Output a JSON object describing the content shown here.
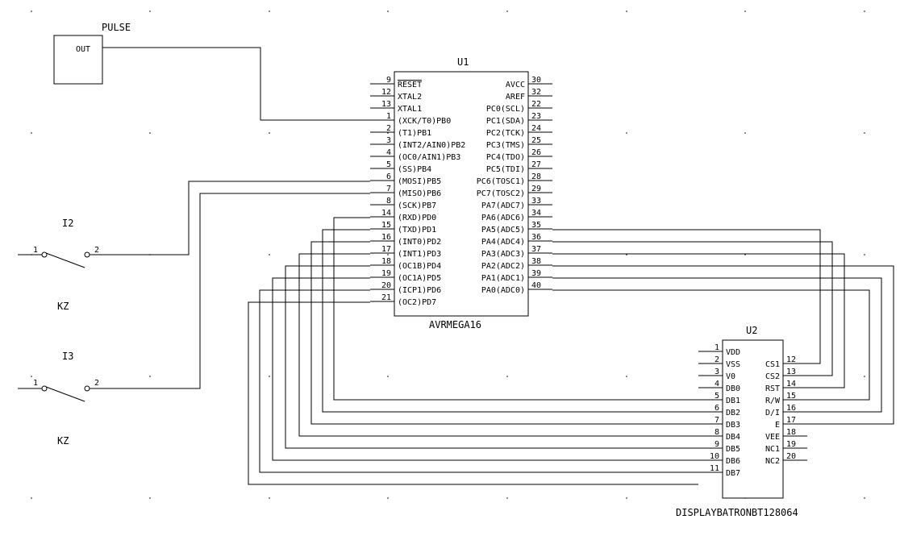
{
  "pulse": {
    "name": "PULSE",
    "out_label": "OUT"
  },
  "u1": {
    "ref": "U1",
    "part": "AVRMEGA16",
    "left_pins": [
      {
        "num": "9",
        "label": "RESET",
        "overline": true
      },
      {
        "num": "12",
        "label": "XTAL2"
      },
      {
        "num": "13",
        "label": "XTAL1"
      },
      {
        "num": "1",
        "label": "(XCK/T0)PB0"
      },
      {
        "num": "2",
        "label": "(T1)PB1"
      },
      {
        "num": "3",
        "label": "(INT2/AIN0)PB2"
      },
      {
        "num": "4",
        "label": "(OC0/AIN1)PB3"
      },
      {
        "num": "5",
        "label": "(SS)PB4",
        "overline_part": "SS"
      },
      {
        "num": "6",
        "label": "(MOSI)PB5"
      },
      {
        "num": "7",
        "label": "(MISO)PB6"
      },
      {
        "num": "8",
        "label": "(SCK)PB7"
      },
      {
        "num": "14",
        "label": "(RXD)PD0"
      },
      {
        "num": "15",
        "label": "(TXD)PD1"
      },
      {
        "num": "16",
        "label": "(INT0)PD2"
      },
      {
        "num": "17",
        "label": "(INT1)PD3"
      },
      {
        "num": "18",
        "label": "(OC1B)PD4"
      },
      {
        "num": "19",
        "label": "(OC1A)PD5"
      },
      {
        "num": "20",
        "label": "(ICP1)PD6"
      },
      {
        "num": "21",
        "label": "(OC2)PD7"
      }
    ],
    "right_pins": [
      {
        "num": "30",
        "label": "AVCC"
      },
      {
        "num": "32",
        "label": "AREF"
      },
      {
        "num": "22",
        "label": "PC0(SCL)"
      },
      {
        "num": "23",
        "label": "PC1(SDA)"
      },
      {
        "num": "24",
        "label": "PC2(TCK)"
      },
      {
        "num": "25",
        "label": "PC3(TMS)"
      },
      {
        "num": "26",
        "label": "PC4(TDO)"
      },
      {
        "num": "27",
        "label": "PC5(TDI)"
      },
      {
        "num": "28",
        "label": "PC6(TOSC1)"
      },
      {
        "num": "29",
        "label": "PC7(TOSC2)"
      },
      {
        "num": "33",
        "label": "PA7(ADC7)"
      },
      {
        "num": "34",
        "label": "PA6(ADC6)"
      },
      {
        "num": "35",
        "label": "PA5(ADC5)"
      },
      {
        "num": "36",
        "label": "PA4(ADC4)"
      },
      {
        "num": "37",
        "label": "PA3(ADC3)"
      },
      {
        "num": "38",
        "label": "PA2(ADC2)"
      },
      {
        "num": "39",
        "label": "PA1(ADC1)"
      },
      {
        "num": "40",
        "label": "PA0(ADC0)"
      }
    ]
  },
  "u2": {
    "ref": "U2",
    "part": "DISPLAYBATRONBT128064",
    "left_pins": [
      {
        "num": "1",
        "label": "VDD"
      },
      {
        "num": "2",
        "label": "VSS"
      },
      {
        "num": "3",
        "label": "V0"
      },
      {
        "num": "4",
        "label": "DB0"
      },
      {
        "num": "5",
        "label": "DB1"
      },
      {
        "num": "6",
        "label": "DB2"
      },
      {
        "num": "7",
        "label": "DB3"
      },
      {
        "num": "8",
        "label": "DB4"
      },
      {
        "num": "9",
        "label": "DB5"
      },
      {
        "num": "10",
        "label": "DB6"
      },
      {
        "num": "11",
        "label": "DB7"
      }
    ],
    "right_pins": [
      {
        "num": "12",
        "label": "CS1"
      },
      {
        "num": "13",
        "label": "CS2"
      },
      {
        "num": "14",
        "label": "RST"
      },
      {
        "num": "15",
        "label": "R/W"
      },
      {
        "num": "16",
        "label": "D/I"
      },
      {
        "num": "17",
        "label": "E"
      },
      {
        "num": "18",
        "label": "VEE"
      },
      {
        "num": "19",
        "label": "NC1"
      },
      {
        "num": "20",
        "label": "NC2"
      }
    ]
  },
  "switches": [
    {
      "ref": "I2",
      "type": "KZ",
      "pin1": "1",
      "pin2": "2"
    },
    {
      "ref": "I3",
      "type": "KZ",
      "pin1": "1",
      "pin2": "2"
    }
  ]
}
